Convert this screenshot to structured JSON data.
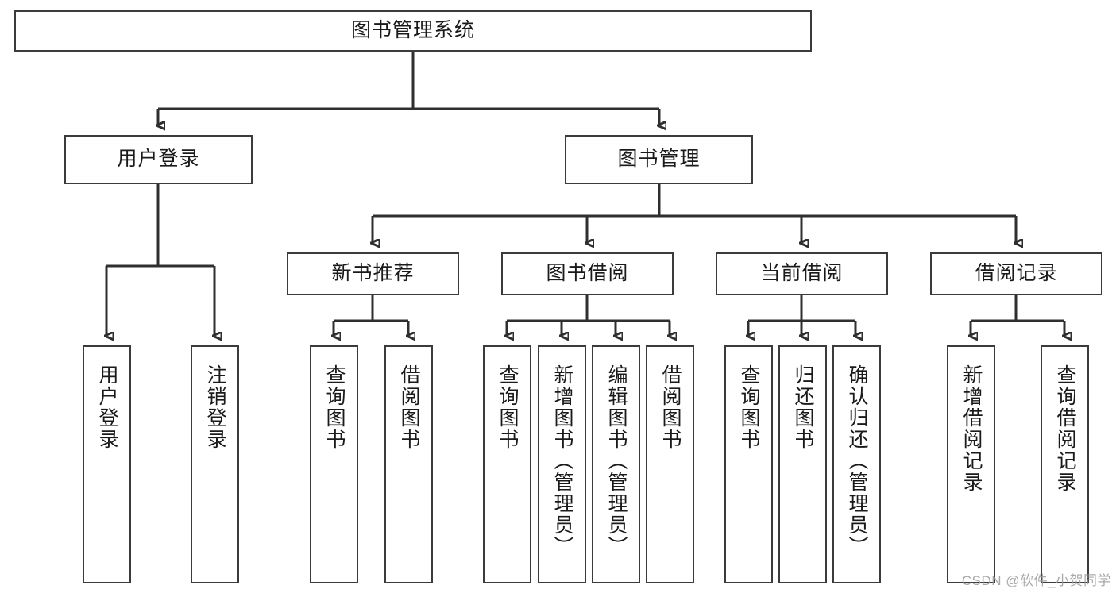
{
  "diagram": {
    "title": "图书管理系统",
    "type": "tree-hierarchy-flowchart",
    "root": {
      "label": "图书管理系统"
    },
    "level2": [
      {
        "label": "用户登录"
      },
      {
        "label": "图书管理"
      }
    ],
    "level3": [
      {
        "label": "新书推荐"
      },
      {
        "label": "图书借阅"
      },
      {
        "label": "当前借阅"
      },
      {
        "label": "借阅记录"
      }
    ],
    "leaves": [
      {
        "label": "用户登录",
        "parent": "用户登录"
      },
      {
        "label": "注销登录",
        "parent": "用户登录"
      },
      {
        "label": "查询图书",
        "parent": "新书推荐"
      },
      {
        "label": "借阅图书",
        "parent": "新书推荐"
      },
      {
        "label": "查询图书",
        "parent": "图书借阅"
      },
      {
        "label": "新增图书（管理员）",
        "parent": "图书借阅"
      },
      {
        "label": "编辑图书（管理员）",
        "parent": "图书借阅"
      },
      {
        "label": "借阅图书",
        "parent": "图书借阅"
      },
      {
        "label": "查询图书",
        "parent": "当前借阅"
      },
      {
        "label": "归还图书",
        "parent": "当前借阅"
      },
      {
        "label": "确认归还（管理员）",
        "parent": "当前借阅"
      },
      {
        "label": "新增借阅记录",
        "parent": "借阅记录"
      },
      {
        "label": "查询借阅记录",
        "parent": "借阅记录"
      }
    ],
    "watermark": "CSDN @软件_小贺同学",
    "colors": {
      "border": "#3b3b3b",
      "background": "#ffffff",
      "text": "#1a1a1a",
      "connector": "#2f2f2f",
      "watermark": "#9a9a9a"
    }
  }
}
